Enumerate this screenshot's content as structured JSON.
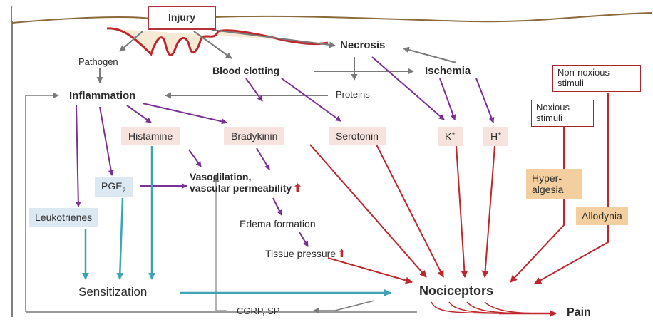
{
  "labels": {
    "injury": "Injury",
    "necrosis": "Necrosis",
    "pathogen": "Pathogen",
    "blood_clotting": "Blood clotting",
    "ischemia": "Ischemia",
    "inflammation": "Inflammation",
    "proteins": "Proteins",
    "non_noxious": "Non-noxious stimuli",
    "noxious": "Noxious stimuli",
    "histamine": "Histamine",
    "bradykinin": "Bradykinin",
    "serotonin": "Serotonin",
    "k_ion": "K",
    "k_sup": "+",
    "h_ion": "H",
    "h_sup": "+",
    "pge2_base": "PGE",
    "pge2_sub": "2",
    "vasodilation_line1": "Vasodilation,",
    "vasodilation_line2": "vascular permeability",
    "hyperalgesia": "Hyper-algesia",
    "allodynia": "Allodynia",
    "leukotrienes": "Leukotrienes",
    "edema": "Edema formation",
    "tissue_pressure": "Tissue pressure",
    "sensitization": "Sensitization",
    "nociceptors": "Nociceptors",
    "cgrp_sp": "CGRP, SP",
    "pain": "Pain",
    "up_arrow": "⬆"
  },
  "colors": {
    "purple": "#7b3096",
    "red": "#c0272d",
    "teal": "#3fa3b6",
    "gray": "#7a7a7a",
    "tissue": "#f7ead4"
  }
}
